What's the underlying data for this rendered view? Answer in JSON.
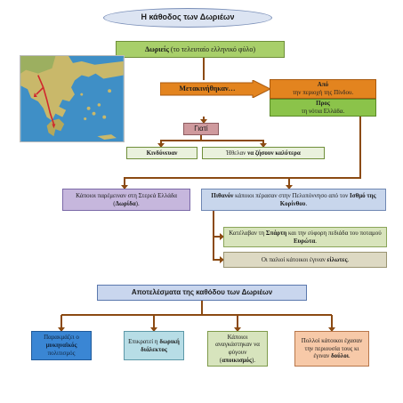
{
  "title": "Η κάθοδος των Δωριέων",
  "dorians": {
    "bold": "Δωριείς",
    "rest": " (το τελευταίο ελληνικό φύλο)"
  },
  "moved": "Μετακινήθηκαν…",
  "from": {
    "label": "Από",
    "text": "την περιοχή της Πίνδου."
  },
  "to": {
    "label": "Προς",
    "text": "τη νότια Ελλάδα."
  },
  "why": "Γιατί",
  "reasons": {
    "danger": "Κινδύνευαν",
    "better_pre": "Ήθελαν ",
    "better_bold": "να ζήσουν καλύτερα"
  },
  "stayed": {
    "pre": "Κάποιοι παρέμειναν στη Στερεά Ελλάδα (",
    "bold": "Δωρίδα",
    "post": ")."
  },
  "crossed": {
    "b1": "Πιθανόν",
    "t1": " κάποιοι πέρασαν στην Πελοπόννησο από τον ",
    "b2": "Ισθμό της Κορίνθου",
    "t2": "."
  },
  "settled": {
    "t1": "Κατέλαβαν τη ",
    "b1": "Σπάρτη",
    "t2": " και την εύφορη πεδιάδα του ποταμού ",
    "b2": "Ευρώτα",
    "t3": "."
  },
  "slaves": {
    "t1": "Οι παλιοί κάτοικοι έγιναν ",
    "b1": "είλωτες",
    "t2": "."
  },
  "results_title": "Αποτελέσματα της καθόδου των Δωριέων",
  "results": {
    "r1": {
      "t1": "Παρακμάζει ο ",
      "b1": "μυκηναϊκός",
      "t2": " πολιτισμός"
    },
    "r2": {
      "t1": "Επικρατεί η ",
      "b1": "δωρική διάλεκτος"
    },
    "r3": {
      "t1": "Κάποιοι αναγκάστηκαν να φύγουν (",
      "b1": "αποικισμός",
      "t2": ")."
    },
    "r4": {
      "t1": "Πολλοί κάτοικοι έχασαν την περιουσία τους κι έγιναν ",
      "b1": "δούλοι",
      "t2": "."
    }
  },
  "colors": {
    "connector": "#8b4a12",
    "arrow_fill": "#e3841f",
    "sea": "#3f8fc6",
    "land": "#c9b86a"
  }
}
